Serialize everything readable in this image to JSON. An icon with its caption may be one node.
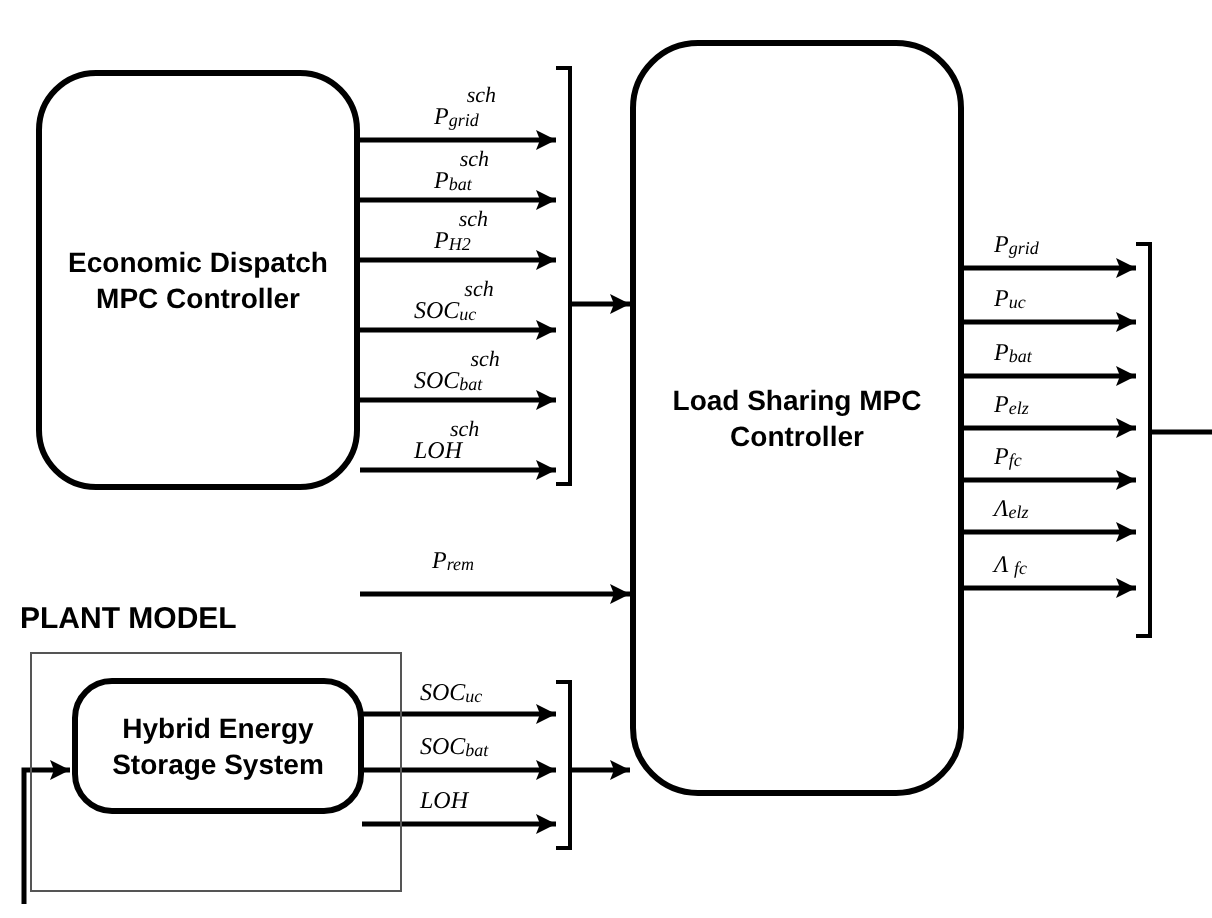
{
  "diagram": {
    "nodes": [
      {
        "text": [
          "Economic Dispatch MPC Controller"
        ]
      },
      {
        "text": [],
        "shape": "bar"
      },
      {
        "text": [
          "Load Sharing MPC Controller"
        ]
      },
      {
        "text": [],
        "shape": "bar"
      },
      {
        "text": [
          "PLANT MODEL"
        ]
      },
      {
        "text": [
          "Hybrid Energy Storage System"
        ],
        "in": 4
      },
      {
        "text": [],
        "shape": "bar"
      }
    ],
    "edges": [
      {
        "from": 0,
        "to": 1,
        "arrow": "to",
        "label": "P$_{grid}$$^{sch}$"
      },
      {
        "from": 0,
        "to": 1,
        "arrow": "to",
        "label": "P$_{bat}$$^{sch}$"
      },
      {
        "from": 0,
        "to": 1,
        "arrow": "to",
        "label": "P$_{H2}$$^{sch}$"
      },
      {
        "from": 0,
        "to": 1,
        "arrow": "to",
        "label": "SOC$_{uc}$$^{sch}$"
      },
      {
        "from": 0,
        "to": 1,
        "arrow": "to",
        "label": "SOC$_{bat}$$^{sch}$"
      },
      {
        "from": 0,
        "to": 1,
        "arrow": "to",
        "label": "LOH$^{sch}$"
      },
      {
        "from": 1,
        "to": 2,
        "arrow": "to"
      },
      {
        "from": null,
        "to": 2,
        "arrow": "to",
        "label": "P$_{rem}$"
      },
      {
        "from": 2,
        "to": 3,
        "arrow": "to",
        "label": "P$_{grid}$"
      },
      {
        "from": 2,
        "to": 3,
        "arrow": "to",
        "label": "P$_{uc}$"
      },
      {
        "from": 2,
        "to": 3,
        "arrow": "to",
        "label": "P$_{bat}$"
      },
      {
        "from": 2,
        "to": 3,
        "arrow": "to",
        "label": "P$_{elz}$"
      },
      {
        "from": 2,
        "to": 3,
        "arrow": "to",
        "label": "P$_{fc}$"
      },
      {
        "from": 2,
        "to": 3,
        "arrow": "to",
        "label": "Λ$_{elz}$"
      },
      {
        "from": 2,
        "to": 3,
        "arrow": "to",
        "label": "Λ $_{fc}$"
      },
      {
        "from": 3,
        "to": null,
        "arrow": "none"
      },
      {
        "from": 5,
        "to": 6,
        "arrow": "to",
        "label": "SOC$_{uc}$"
      },
      {
        "from": 5,
        "to": 6,
        "arrow": "to",
        "label": "SOC$_{bat}$"
      },
      {
        "from": 5,
        "to": 6,
        "arrow": "to",
        "label": "LOH"
      },
      {
        "from": 6,
        "to": 2,
        "arrow": "to"
      },
      {
        "from": null,
        "to": 5,
        "arrow": "to"
      }
    ]
  }
}
